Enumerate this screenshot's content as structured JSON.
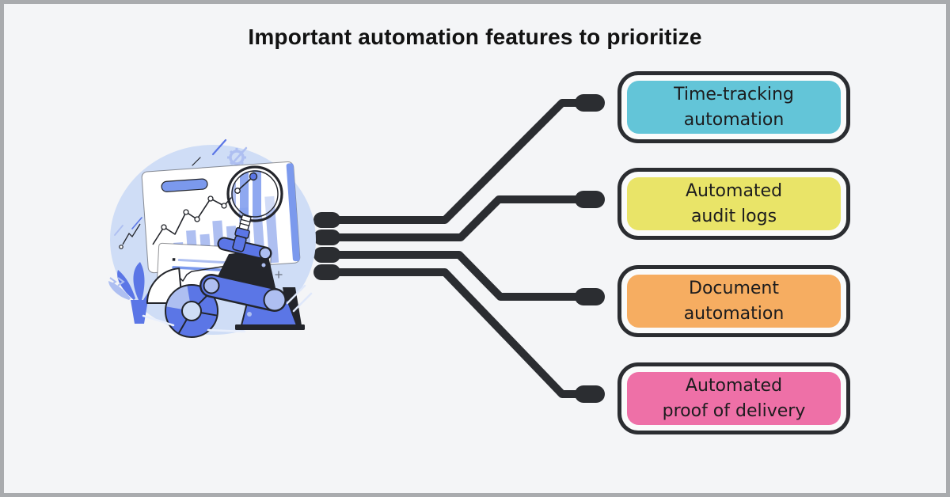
{
  "frame": {
    "background": "#f4f5f7",
    "border_color": "#a9abae"
  },
  "title": {
    "text": "Important automation features to prioritize",
    "color": "#121212"
  },
  "connectors": {
    "color": "#2b2d31"
  },
  "card": {
    "border_color": "#2b2d31",
    "inner_background": "#fafbfb",
    "text_color": "#1c1c1e"
  },
  "features": [
    {
      "id": "time-tracking-automation",
      "label": "Time-tracking\nautomation",
      "fill": "#63c5d8"
    },
    {
      "id": "automated-audit-logs",
      "label": "Automated\naudit logs",
      "fill": "#e9e468"
    },
    {
      "id": "document-automation",
      "label": "Document\nautomation",
      "fill": "#f6ad61"
    },
    {
      "id": "automated-proof-of-delivery",
      "label": "Automated\nproof of delivery",
      "fill": "#ee70a7"
    }
  ],
  "illustration": {
    "name": "robot-arm-analyzing-charts",
    "colors": {
      "blue": "#5b76e6",
      "mid": "#7b99ed",
      "pale": "#aebff1",
      "light": "#cfddf6",
      "outline": "#23252b"
    }
  }
}
